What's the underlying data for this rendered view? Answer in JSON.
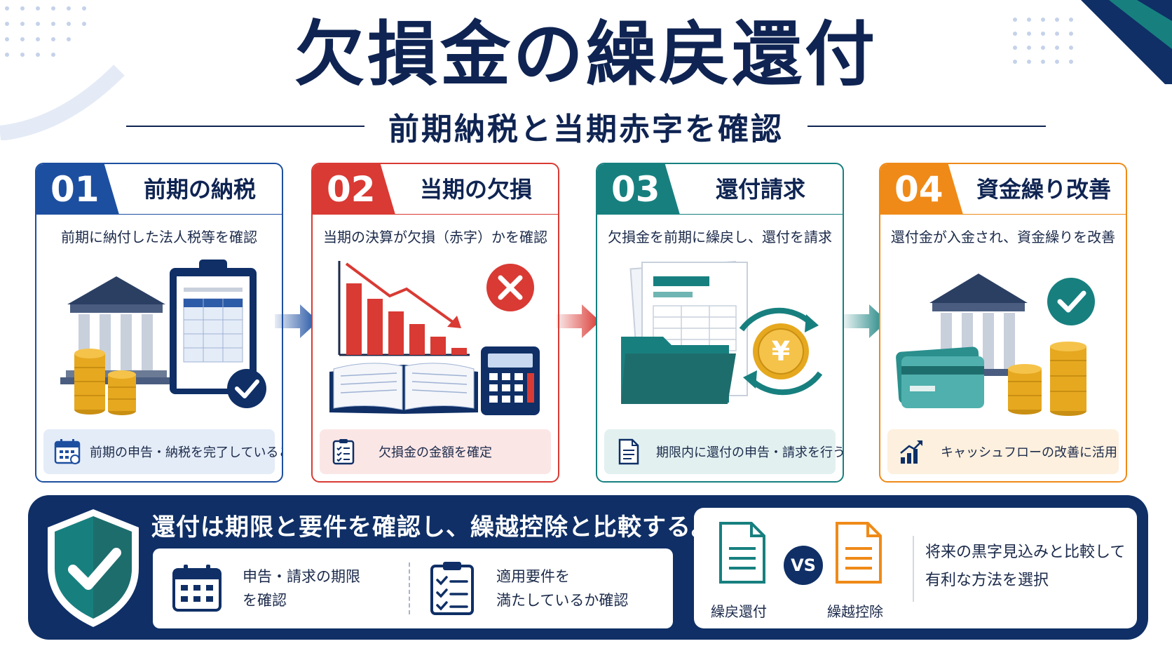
{
  "header": {
    "title": "欠損金の繰戻還付",
    "subtitle": "前期納税と当期赤字を確認"
  },
  "steps": [
    {
      "number": "01",
      "title": "前期の納税",
      "description": "前期に納付した法人税等を確認",
      "note": "前期の申告・納税を完了していること",
      "color": "#1d4fa0",
      "note_bg": "#e4ecf8"
    },
    {
      "number": "02",
      "title": "当期の欠損",
      "description": "当期の決算が欠損（赤字）かを確認",
      "note": "欠損金の金額を確定",
      "color": "#d93a34",
      "note_bg": "#fbe6e6"
    },
    {
      "number": "03",
      "title": "還付請求",
      "description": "欠損金を前期に繰戻し、還付を請求",
      "note": "期限内に還付の申告・請求を行う",
      "color": "#17807f",
      "note_bg": "#e2f1f0"
    },
    {
      "number": "04",
      "title": "資金繰り改善",
      "description": "還付金が入金され、資金繰りを改善",
      "note": "キャッシュフローの改善に活用",
      "color": "#ef8a18",
      "note_bg": "#fdf0de"
    }
  ],
  "illustrations": {
    "yen_symbol": "¥"
  },
  "banner": {
    "headline": "還付は期限と要件を確認し、繰越控除と比較する。",
    "requirements": [
      {
        "line1": "申告・請求の期限",
        "line2": "を確認"
      },
      {
        "line1": "適用要件を",
        "line2": "満たしているか確認"
      }
    ],
    "comparison": {
      "left_label": "繰戻還付",
      "vs": "VS",
      "right_label": "繰越控除",
      "advice_line1": "将来の黒字見込みと比較して",
      "advice_line2": "有利な方法を選択"
    }
  },
  "icons": {
    "step1_note": "calendar-icon",
    "step2_note": "checklist-icon",
    "step3_note": "document-icon",
    "step4_note": "growth-chart-icon",
    "banner": "shield-check-icon"
  }
}
